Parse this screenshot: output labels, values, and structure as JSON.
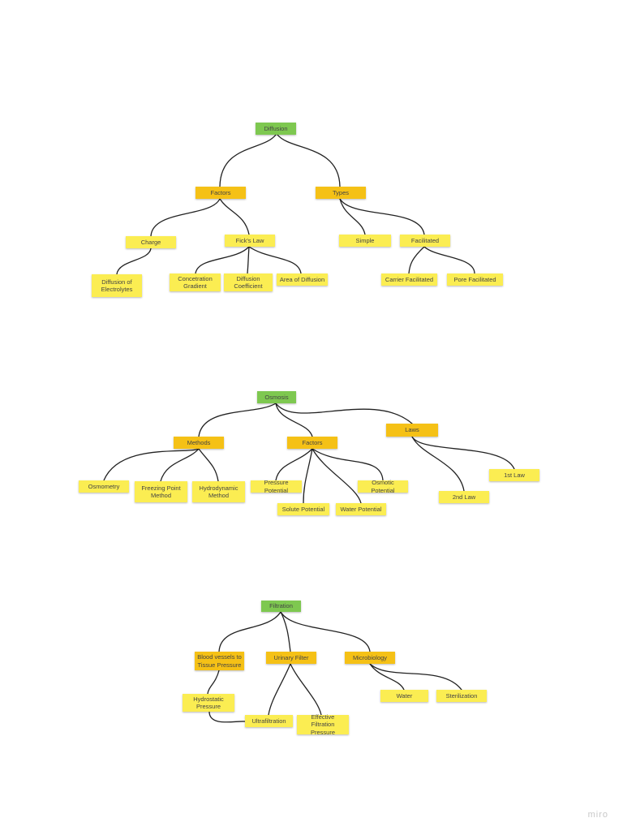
{
  "colors": {
    "root": "#7ec850",
    "mid": "#f5c116",
    "leaf": "#fbed52",
    "line": "#222222"
  },
  "diffusion": {
    "root": "Diffusion",
    "factors": "Factors",
    "types": "Types",
    "charge": "Charge",
    "ficks_law": "Fick's Law",
    "simple": "Simple",
    "facilitated": "Facilitated",
    "diffusion_of_electrolytes": "Diffusion of Electrolytes",
    "concentration_gradient": "Concetration Gradient",
    "diffusion_coefficient": "Diffusion Coefficient",
    "area_of_diffusion": "Area of Diffusion",
    "carrier_facilitated": "Carrier Facilitated",
    "pore_facilitated": "Pore Facilitated"
  },
  "osmosis": {
    "root": "Osmosis",
    "methods": "Methods",
    "factors": "Factors",
    "laws": "Laws",
    "osmometry": "Osmometry",
    "freezing_point_method": "Freezing Point Method",
    "hydrodynamic_method": "Hydrodynamic Method",
    "pressure_potential": "Pressure Potential",
    "osmotic_potential": "Osmotic Potential",
    "solute_potential": "Solute Potential",
    "water_potential": "Water Potential",
    "first_law": "1st Law",
    "second_law": "2nd Law"
  },
  "filtration": {
    "root": "Filtration",
    "blood_vessels": "Blood vessels to Tissue Pressure",
    "urinary_filter": "Urinary Filter",
    "microbiology": "Microbiology",
    "hydrostatic_pressure": "Hydrostatic Pressure",
    "ultrafiltration": "Ultrafiltration",
    "effective_filtration_pressure": "Effective Filtration Pressure",
    "water": "Water",
    "sterilization": "Sterilization"
  },
  "watermark": "miro"
}
